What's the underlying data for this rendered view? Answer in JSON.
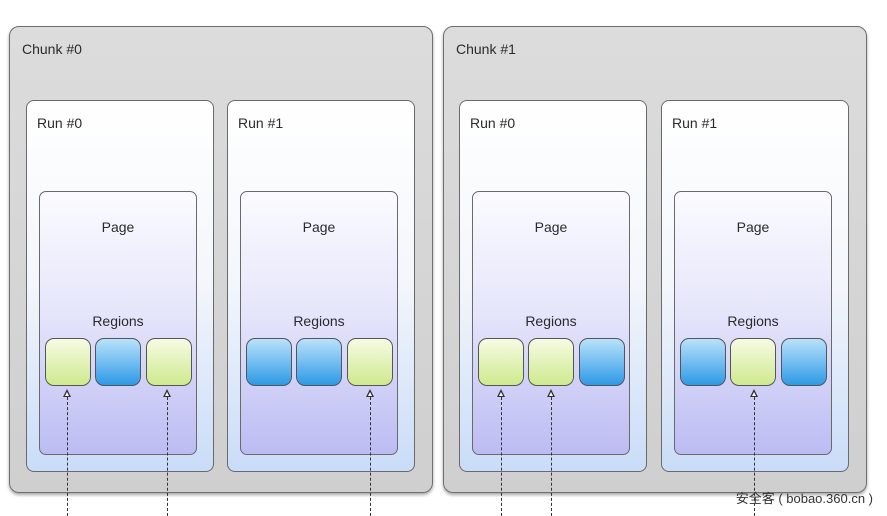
{
  "chunks": [
    {
      "label": "Chunk #0",
      "runs": [
        {
          "label": "Run #0",
          "page_label": "Page",
          "regions_label": "Regions",
          "regions": [
            "green",
            "blue",
            "green"
          ]
        },
        {
          "label": "Run #1",
          "page_label": "Page",
          "regions_label": "Regions",
          "regions": [
            "blue",
            "blue",
            "green"
          ]
        }
      ]
    },
    {
      "label": "Chunk #1",
      "runs": [
        {
          "label": "Run #0",
          "page_label": "Page",
          "regions_label": "Regions",
          "regions": [
            "green",
            "green",
            "blue"
          ]
        },
        {
          "label": "Run #1",
          "page_label": "Page",
          "regions_label": "Regions",
          "regions": [
            "blue",
            "green",
            "blue"
          ]
        }
      ]
    }
  ],
  "colors": {
    "green_region": "#cfe98e",
    "blue_region": "#2d9ae6",
    "page_fill": "#bcbcf3",
    "run_fill": "#c9dcf8",
    "chunk_fill": "#cfcfcf"
  },
  "watermark": "安全客 ( bobao.360.cn )"
}
